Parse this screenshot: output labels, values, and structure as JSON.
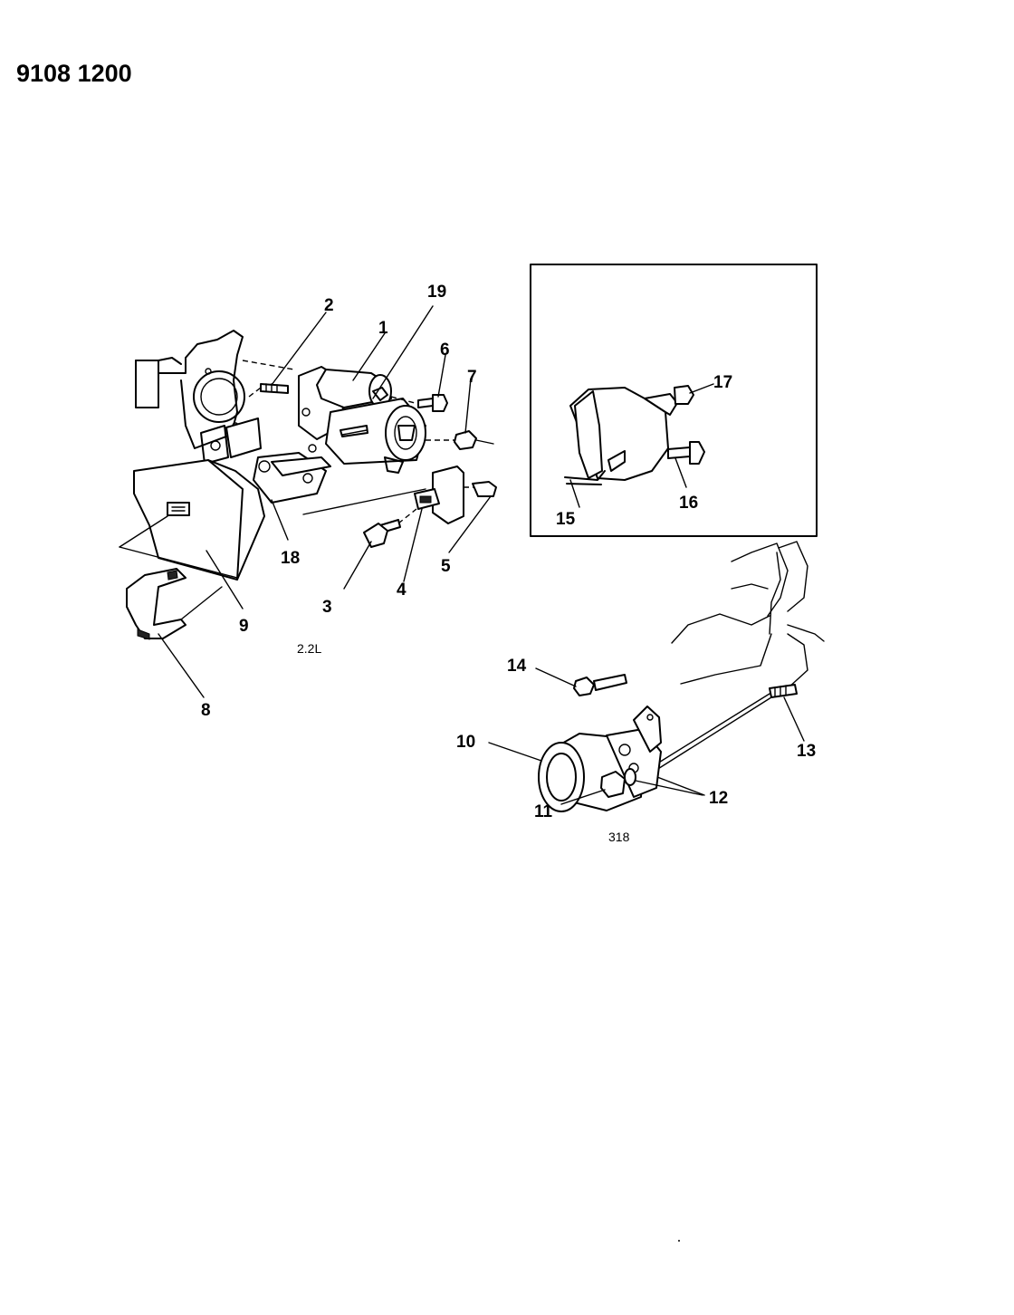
{
  "document_number": "9108 1200",
  "engine_label": "2.2L",
  "figure_number": "318",
  "callouts": [
    "1",
    "2",
    "3",
    "4",
    "5",
    "6",
    "7",
    "8",
    "9",
    "10",
    "11",
    "12",
    "13",
    "14",
    "15",
    "16",
    "17",
    "18",
    "19"
  ]
}
